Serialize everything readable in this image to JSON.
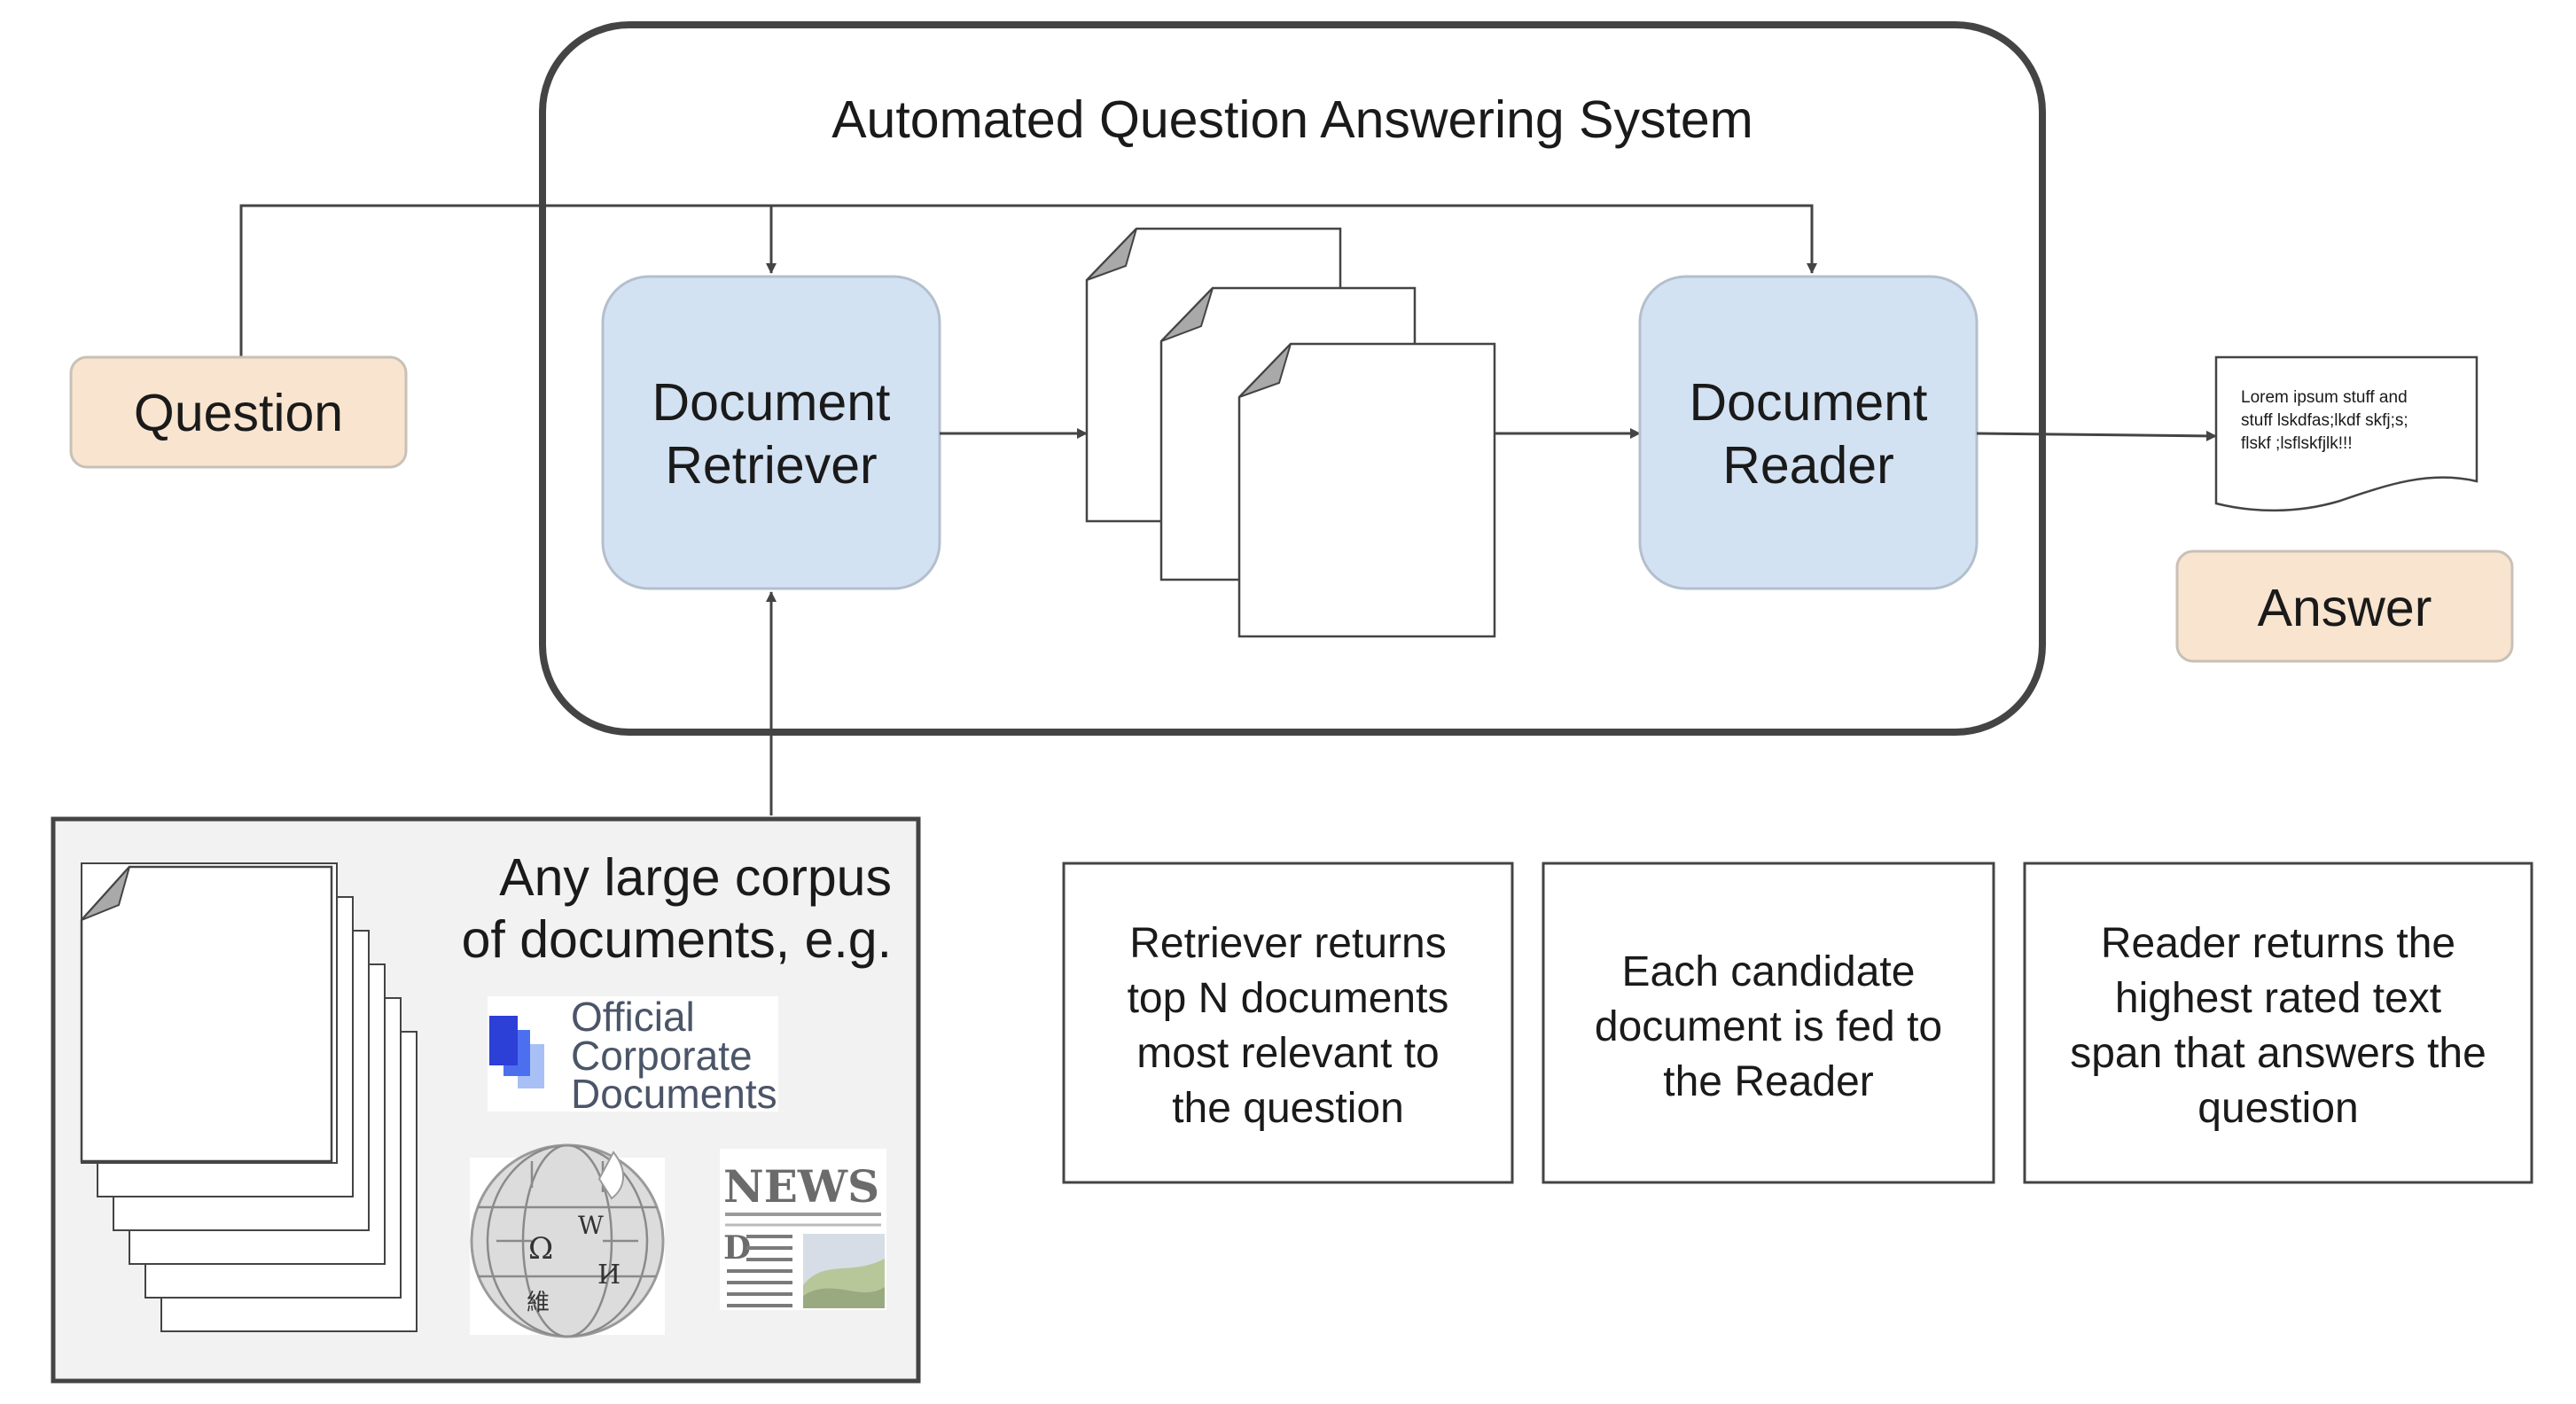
{
  "system": {
    "title": "Automated Question Answering System"
  },
  "nodes": {
    "question": "Question",
    "retriever_line1": "Document",
    "retriever_line2": "Retriever",
    "reader_line1": "Document",
    "reader_line2": "Reader",
    "answer": "Answer"
  },
  "answer_doc": {
    "line1": "Lorem ipsum stuff and",
    "line2": "stuff lskdfas;lkdf skfj;s;",
    "line3": "flskf ;lsflskfjlk!!!"
  },
  "corpus": {
    "line1": "Any large corpus",
    "line2": "of documents, e.g.",
    "logo_ocd_line1": "Official",
    "logo_ocd_line2": "Corporate",
    "logo_ocd_line3": "Documents",
    "logo_news": "NEWS"
  },
  "captions": {
    "retriever": [
      "Retriever returns",
      "top N documents",
      "most relevant to",
      "the question"
    ],
    "candidate": [
      "Each candidate",
      "document is fed to",
      "the Reader"
    ],
    "reader": [
      "Reader returns the",
      "highest rated text",
      "span that answers the",
      "question"
    ]
  },
  "icons": {
    "documents": "document-stack-icon",
    "wikipedia": "wikipedia-globe-icon",
    "news": "newspaper-icon",
    "ocd": "ocd-logo-icon"
  },
  "colors": {
    "process_box_fill": "#d3e2f2",
    "process_box_stroke": "#b3bfcd",
    "io_box_fill": "#f8e4cf",
    "io_box_stroke": "#c9c0b6",
    "system_border": "#444444",
    "corpus_fill": "#f2f2f2",
    "ocd_blue": "#2f49e0"
  }
}
